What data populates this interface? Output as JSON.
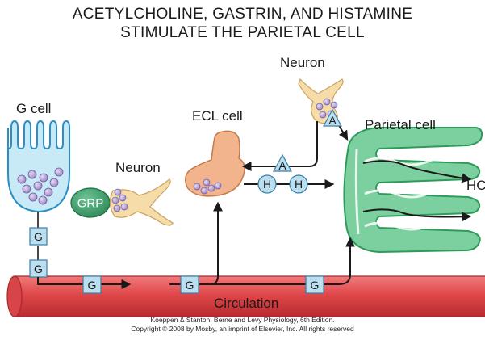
{
  "title": {
    "line1": "ACETYLCHOLINE, GASTRIN, AND HISTAMINE",
    "line2": "STIMULATE THE PARIETAL CELL"
  },
  "labels": {
    "g_cell": "G cell",
    "neuron_left": "Neuron",
    "neuron_top": "Neuron",
    "ecl_cell": "ECL cell",
    "parietal_cell": "Parietal cell",
    "hcl": "HCl",
    "circulation": "Circulation",
    "grp": "GRP"
  },
  "markers": {
    "gastrin": "G",
    "acetylcholine": "A",
    "histamine": "H"
  },
  "credit": {
    "line1": "Koeppen & Stanton: Berne and Levy Physiology, 6th Edition.",
    "line2": "Copyright © 2008 by Mosby, an imprint of Elsevier, Inc. All rights reserved"
  },
  "colors": {
    "gcell_fill": "#c8eaf6",
    "gcell_stroke": "#2b8fc4",
    "granule": "#b9a6d8",
    "grp_fill": "#3e9e6a",
    "neuron_fill": "#f6dca8",
    "ecl_fill": "#f2b48c",
    "parietal_fill": "#7ccf9e",
    "parietal_stroke": "#2e9b5a",
    "vessel_fill": "#e0484a",
    "marker_fill": "#bcdff0"
  }
}
